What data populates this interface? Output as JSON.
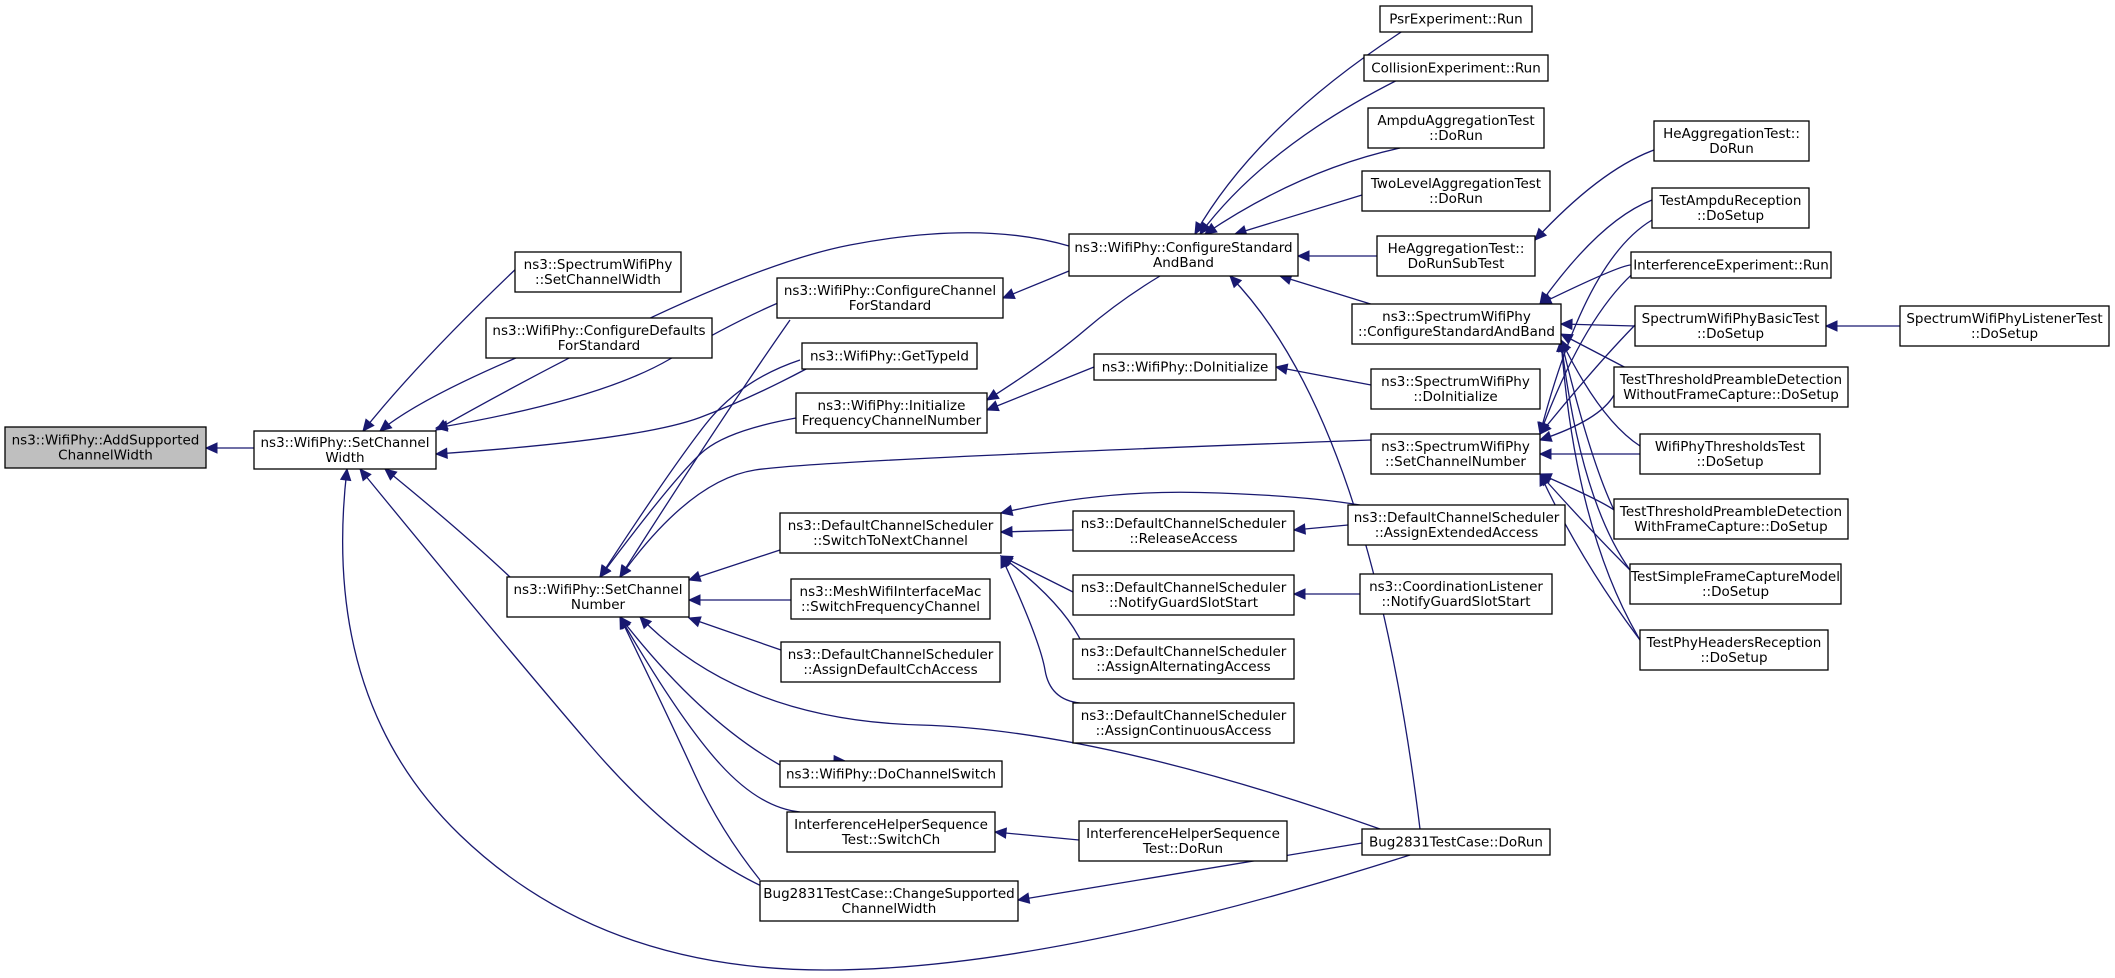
{
  "colors": {
    "edge": "#191970",
    "focus_fill": "#bfbfbf",
    "node_fill": "#ffffff",
    "node_stroke": "#000000"
  },
  "nodes": [
    {
      "id": "n0",
      "name": "node-wifiphy-addsupportedchannelwidth",
      "focus": true,
      "lines": [
        "ns3::WifiPhy::AddSupported",
        "ChannelWidth"
      ]
    },
    {
      "id": "n1",
      "name": "node-wifiphy-setchannelwidth",
      "lines": [
        "ns3::WifiPhy::SetChannel",
        "Width"
      ]
    },
    {
      "id": "n2",
      "name": "node-spectrumwifiphy-setchannelwidth",
      "lines": [
        "ns3::SpectrumWifiPhy",
        "::SetChannelWidth"
      ]
    },
    {
      "id": "n3",
      "name": "node-wifiphy-configuredefaultsforstandard",
      "lines": [
        "ns3::WifiPhy::ConfigureDefaults",
        "ForStandard"
      ]
    },
    {
      "id": "n4",
      "name": "node-wifiphy-configurechannelforstandard",
      "lines": [
        "ns3::WifiPhy::ConfigureChannel",
        "ForStandard"
      ]
    },
    {
      "id": "n5",
      "name": "node-wifiphy-gettypeid",
      "lines": [
        "ns3::WifiPhy::GetTypeId"
      ]
    },
    {
      "id": "n6",
      "name": "node-wifiphy-initializefrequencychannelnumber",
      "lines": [
        "ns3::WifiPhy::Initialize",
        "FrequencyChannelNumber"
      ]
    },
    {
      "id": "n7",
      "name": "node-wifiphy-setchannelnumber",
      "lines": [
        "ns3::WifiPhy::SetChannel",
        "Number"
      ]
    },
    {
      "id": "n8",
      "name": "node-defaultchannelscheduler-switchtonextchannel",
      "lines": [
        "ns3::DefaultChannelScheduler",
        "::SwitchToNextChannel"
      ]
    },
    {
      "id": "n9",
      "name": "node-meshwifiinterfacemac-switchfrequencychannel",
      "lines": [
        "ns3::MeshWifiInterfaceMac",
        "::SwitchFrequencyChannel"
      ]
    },
    {
      "id": "n10",
      "name": "node-defaultchannelscheduler-assigndefaultcchaccess",
      "lines": [
        "ns3::DefaultChannelScheduler",
        "::AssignDefaultCchAccess"
      ]
    },
    {
      "id": "n11",
      "name": "node-wifiphy-dochannelswitch",
      "lines": [
        "ns3::WifiPhy::DoChannelSwitch"
      ]
    },
    {
      "id": "n12",
      "name": "node-interferencehelpersequencetest-switchch",
      "lines": [
        "InterferenceHelperSequence",
        "Test::SwitchCh"
      ]
    },
    {
      "id": "n13",
      "name": "node-bug2831testcase-changesupportedchannelwidth",
      "lines": [
        "Bug2831TestCase::ChangeSupported",
        "ChannelWidth"
      ]
    },
    {
      "id": "n14",
      "name": "node-wifiphy-configurestandardandband",
      "lines": [
        "ns3::WifiPhy::ConfigureStandard",
        "AndBand"
      ]
    },
    {
      "id": "n15",
      "name": "node-wifiphy-doinitialize",
      "lines": [
        "ns3::WifiPhy::DoInitialize"
      ]
    },
    {
      "id": "n16",
      "name": "node-defaultchannelscheduler-releaseaccess",
      "lines": [
        "ns3::DefaultChannelScheduler",
        "::ReleaseAccess"
      ]
    },
    {
      "id": "n17",
      "name": "node-defaultchannelscheduler-notifyguardslotstart",
      "lines": [
        "ns3::DefaultChannelScheduler",
        "::NotifyGuardSlotStart"
      ]
    },
    {
      "id": "n18",
      "name": "node-defaultchannelscheduler-assignalternatingaccess",
      "lines": [
        "ns3::DefaultChannelScheduler",
        "::AssignAlternatingAccess"
      ]
    },
    {
      "id": "n19",
      "name": "node-defaultchannelscheduler-assigncontinuousaccess",
      "lines": [
        "ns3::DefaultChannelScheduler",
        "::AssignContinuousAccess"
      ]
    },
    {
      "id": "n20",
      "name": "node-interferencehelpersequencetest-dorun",
      "lines": [
        "InterferenceHelperSequence",
        "Test::DoRun"
      ]
    },
    {
      "id": "n21",
      "name": "node-psrexperiment-run",
      "lines": [
        "PsrExperiment::Run"
      ]
    },
    {
      "id": "n22",
      "name": "node-collisionexperiment-run",
      "lines": [
        "CollisionExperiment::Run"
      ]
    },
    {
      "id": "n23",
      "name": "node-ampduaggregationtest-dorun",
      "lines": [
        "AmpduAggregationTest",
        "::DoRun"
      ]
    },
    {
      "id": "n24",
      "name": "node-twolevelaggregationtest-dorun",
      "lines": [
        "TwoLevelAggregationTest",
        "::DoRun"
      ]
    },
    {
      "id": "n25",
      "name": "node-heaggregationtest-dorunsubtest",
      "lines": [
        "HeAggregationTest::",
        "DoRunSubTest"
      ]
    },
    {
      "id": "n26",
      "name": "node-spectrumwifiphy-configurestandardandband",
      "lines": [
        "ns3::SpectrumWifiPhy",
        "::ConfigureStandardAndBand"
      ]
    },
    {
      "id": "n27",
      "name": "node-spectrumwifiphy-doinitialize",
      "lines": [
        "ns3::SpectrumWifiPhy",
        "::DoInitialize"
      ]
    },
    {
      "id": "n28",
      "name": "node-spectrumwifiphy-setchannelnumber",
      "lines": [
        "ns3::SpectrumWifiPhy",
        "::SetChannelNumber"
      ]
    },
    {
      "id": "n29",
      "name": "node-defaultchannelscheduler-assignextendedaccess",
      "lines": [
        "ns3::DefaultChannelScheduler",
        "::AssignExtendedAccess"
      ]
    },
    {
      "id": "n30",
      "name": "node-coordinationlistener-notifyguardslotstart",
      "lines": [
        "ns3::CoordinationListener",
        "::NotifyGuardSlotStart"
      ]
    },
    {
      "id": "n31",
      "name": "node-bug2831testcase-dorun",
      "lines": [
        "Bug2831TestCase::DoRun"
      ]
    },
    {
      "id": "n32",
      "name": "node-heaggregationtest-dorun",
      "lines": [
        "HeAggregationTest::",
        "DoRun"
      ]
    },
    {
      "id": "n33",
      "name": "node-testampdureception-dosetup",
      "lines": [
        "TestAmpduReception",
        "::DoSetup"
      ]
    },
    {
      "id": "n34",
      "name": "node-interferenceexperiment-run",
      "lines": [
        "InterferenceExperiment::Run"
      ]
    },
    {
      "id": "n35",
      "name": "node-spectrumwifiphybasictest-dosetup",
      "lines": [
        "SpectrumWifiPhyBasicTest",
        "::DoSetup"
      ]
    },
    {
      "id": "n36",
      "name": "node-testthresholdpreambledetectionwithoutframecapture-dosetup",
      "lines": [
        "TestThresholdPreambleDetection",
        "WithoutFrameCapture::DoSetup"
      ]
    },
    {
      "id": "n37",
      "name": "node-wifiphythresholdstest-dosetup",
      "lines": [
        "WifiPhyThresholdsTest",
        "::DoSetup"
      ]
    },
    {
      "id": "n38",
      "name": "node-testthresholdpreambledetectionwithframecapture-dosetup",
      "lines": [
        "TestThresholdPreambleDetection",
        "WithFrameCapture::DoSetup"
      ]
    },
    {
      "id": "n39",
      "name": "node-testsimpleframecapturemodel-dosetup",
      "lines": [
        "TestSimpleFrameCaptureModel",
        "::DoSetup"
      ]
    },
    {
      "id": "n40",
      "name": "node-testphyheadersreception-dosetup",
      "lines": [
        "TestPhyHeadersReception",
        "::DoSetup"
      ]
    },
    {
      "id": "n41",
      "name": "node-spectrumwifiphylistenertest-dosetup",
      "lines": [
        "SpectrumWifiPhyListenerTest",
        "::DoSetup"
      ]
    }
  ]
}
